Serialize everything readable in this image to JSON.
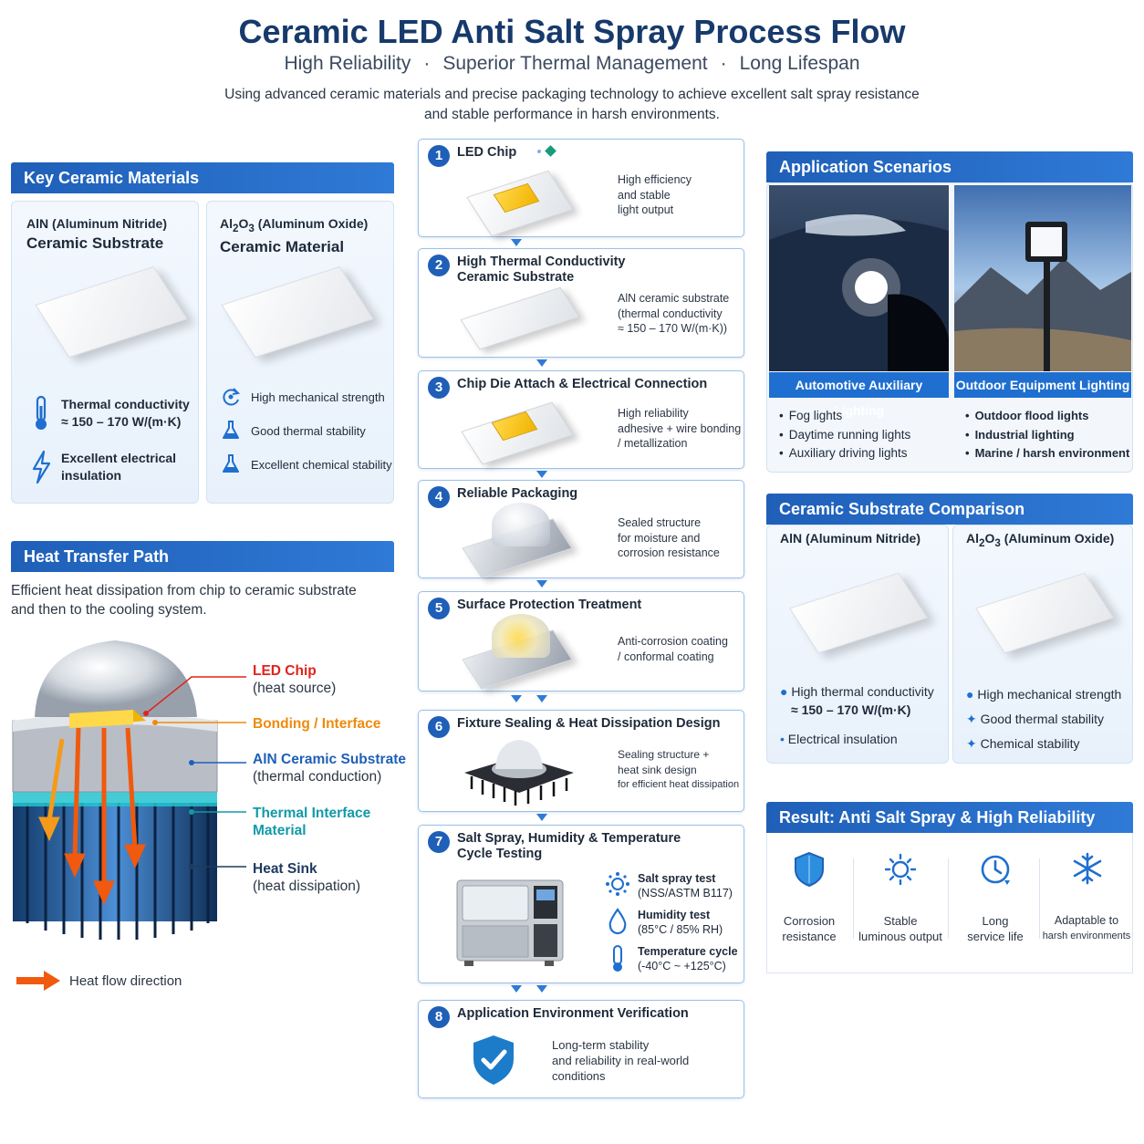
{
  "header": {
    "title": "Ceramic LED Anti Salt Spray Process Flow",
    "subtitle": [
      "High Reliability",
      "Superior Thermal Management",
      "Long Lifespan"
    ],
    "subtitle_sep": "·",
    "description": [
      "Using advanced ceramic materials and precise packaging technology to achieve excellent salt spray resistance",
      "and stable performance in harsh environments."
    ]
  },
  "materials": {
    "heading": "Key Ceramic Materials",
    "aln": {
      "name": "AlN (Aluminum Nitride)",
      "type": "Ceramic Substrate",
      "props": [
        {
          "icon": "thermometer-icon",
          "text": [
            "Thermal conductivity",
            "≈ 150 – 170 W/(m·K)"
          ]
        },
        {
          "icon": "lightning-icon",
          "text": [
            "Excellent electrical",
            "insulation"
          ]
        }
      ]
    },
    "al2o3": {
      "name_pre": "Al",
      "sub1": "2",
      "mid": "O",
      "sub2": "3",
      "name_post": " (Aluminum Oxide)",
      "type": "Ceramic Material",
      "props": [
        {
          "icon": "rotate-icon",
          "text": "High mechanical strength"
        },
        {
          "icon": "flask-icon",
          "text": "Good thermal stability"
        },
        {
          "icon": "flask-icon",
          "text": "Excellent chemical stability"
        }
      ]
    }
  },
  "heat": {
    "heading": "Heat Transfer Path",
    "desc": [
      "Efficient heat dissipation from chip to ceramic substrate",
      "and then to the cooling system."
    ],
    "labels": [
      {
        "title": "LED Chip",
        "sub": "(heat source)",
        "color": "#e0231c"
      },
      {
        "title": "Bonding / Interface",
        "sub": "",
        "color": "#f08a0b"
      },
      {
        "title": "AlN Ceramic Substrate",
        "sub": "(thermal conduction)",
        "color": "#1f5fb8"
      },
      {
        "title": "Thermal Interface",
        "sub": "Material",
        "color": "#119aa8"
      },
      {
        "title": "Heat Sink",
        "sub": "(heat dissipation)",
        "color": "#1e3a5f"
      }
    ],
    "legend": "Heat flow direction"
  },
  "steps": [
    {
      "num": "1",
      "title": [
        "LED Chip"
      ],
      "desc": [
        "High efficiency",
        "and stable",
        "light output"
      ]
    },
    {
      "num": "2",
      "title": [
        "High Thermal Conductivity",
        "Ceramic Substrate"
      ],
      "desc": [
        "AlN ceramic substrate",
        "(thermal conductivity",
        "≈ 150 – 170 W/(m·K))"
      ]
    },
    {
      "num": "3",
      "title": [
        "Chip Die Attach & Electrical Connection"
      ],
      "desc": [
        "High reliability",
        "adhesive + wire bonding",
        "/ metallization"
      ]
    },
    {
      "num": "4",
      "title": [
        "Reliable Packaging"
      ],
      "desc": [
        "Sealed structure",
        "for moisture and",
        "corrosion resistance"
      ]
    },
    {
      "num": "5",
      "title": [
        "Surface Protection Treatment"
      ],
      "desc": [
        "Anti-corrosion coating",
        "/ conformal coating"
      ]
    },
    {
      "num": "6",
      "title": [
        "Fixture Sealing & Heat Dissipation Design"
      ],
      "desc": [
        "Sealing structure +",
        "heat sink design",
        "for efficient heat dissipation"
      ]
    },
    {
      "num": "7",
      "title": [
        "Salt Spray, Humidity & Temperature",
        "Cycle Testing"
      ],
      "tests": [
        {
          "icon": "spray-icon",
          "t": "Salt spray test",
          "s": "(NSS/ASTM B117)"
        },
        {
          "icon": "droplet-icon",
          "t": "Humidity test",
          "s": "(85°C / 85% RH)"
        },
        {
          "icon": "thermometer-icon",
          "t": "Temperature cycle",
          "s": "(-40°C ~ +125°C)"
        }
      ]
    },
    {
      "num": "8",
      "title": [
        "Application Environment Verification"
      ],
      "desc": [
        "Long-term stability",
        "and reliability in real-world",
        "conditions"
      ]
    }
  ],
  "scenarios": {
    "heading": "Application Scenarios",
    "items": [
      {
        "label": "Automotive Auxiliary Lighting",
        "bullets": [
          "Fog lights",
          "Daytime running lights",
          "Auxiliary driving lights"
        ]
      },
      {
        "label": "Outdoor Equipment Lighting",
        "bullets": [
          "Outdoor flood lights",
          "Industrial lighting",
          "Marine / harsh environment"
        ]
      }
    ]
  },
  "comparison": {
    "heading": "Ceramic Substrate Comparison",
    "aln": {
      "name": "AlN (Aluminum Nitride)",
      "props": [
        [
          "High thermal conductivity",
          "≈ 150 – 170 W/(m·K)"
        ],
        [
          "Electrical insulation"
        ]
      ]
    },
    "al2o3": {
      "name_pre": "Al",
      "sub1": "2",
      "mid": "O",
      "sub2": "3",
      "name_post": " (Aluminum Oxide)",
      "props": [
        "High mechanical strength",
        "Good thermal stability",
        "Chemical stability"
      ]
    }
  },
  "result": {
    "heading": "Result: Anti Salt Spray & High Reliability",
    "items": [
      {
        "icon": "shield-icon",
        "text": [
          "Corrosion",
          "resistance"
        ]
      },
      {
        "icon": "sun-icon",
        "text": [
          "Stable",
          "luminous output"
        ]
      },
      {
        "icon": "clock-icon",
        "text": [
          "Long",
          "service life"
        ]
      },
      {
        "icon": "snowflake-icon",
        "text": [
          "Adaptable to",
          "harsh environments"
        ]
      }
    ]
  },
  "colors": {
    "primary": "#1f5fb8",
    "title": "#173a6b",
    "accent_red": "#e0231c",
    "accent_orange": "#f08a0b",
    "accent_teal": "#119aa8"
  }
}
